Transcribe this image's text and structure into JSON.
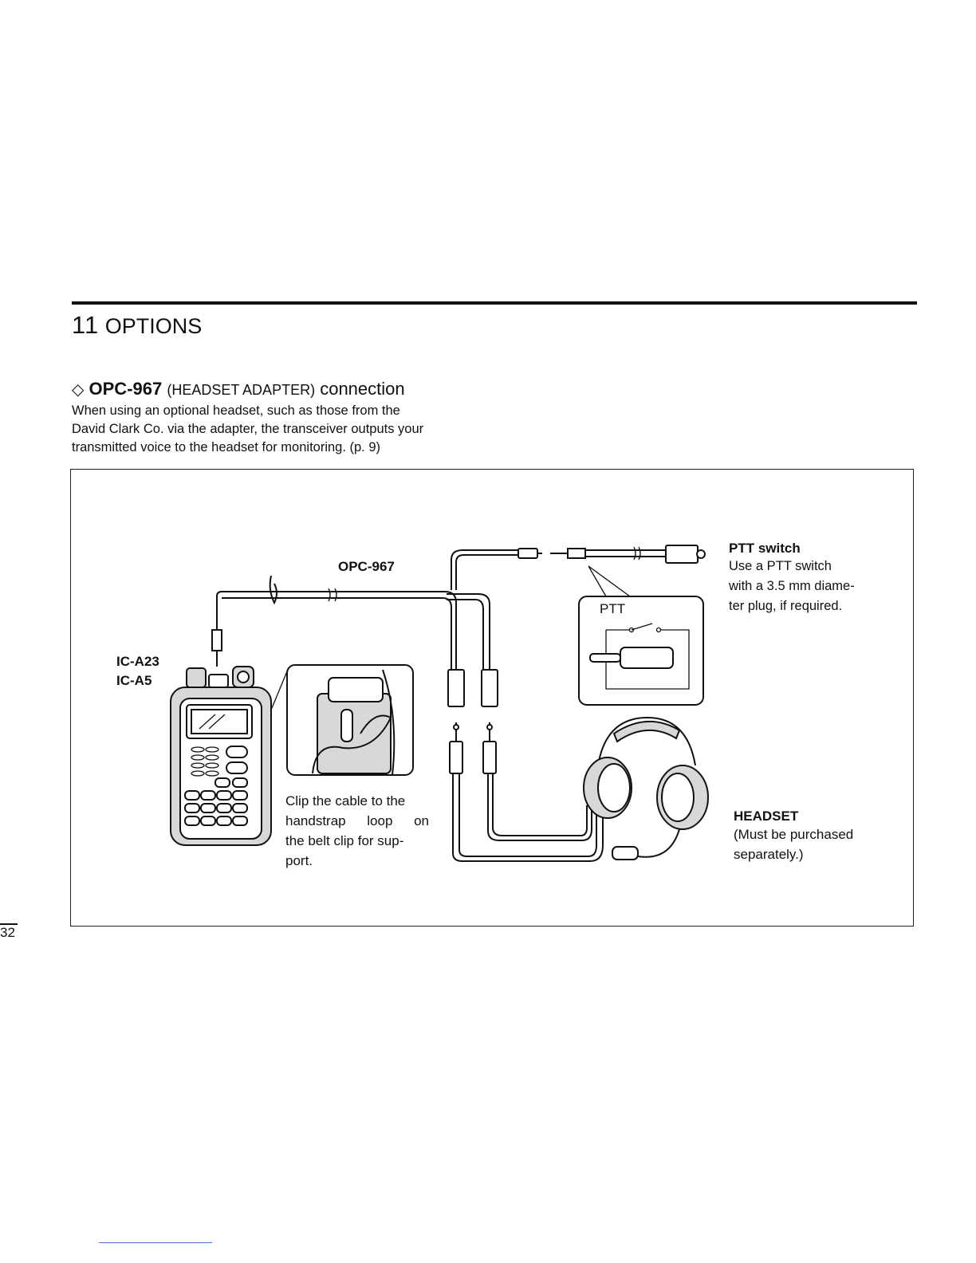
{
  "header": {
    "chapter_number": "11",
    "chapter_title": "OPTIONS"
  },
  "section": {
    "marker": "◇",
    "model": "OPC-967",
    "subtitle": "(HEADSET ADAPTER)",
    "suffix": "connection",
    "intro_lines": [
      "When using an optional headset, such as those from the",
      "David Clark Co. via the adapter, the transceiver outputs your",
      "transmitted voice to the headset for monitoring. (p. 9)"
    ]
  },
  "figure": {
    "cable_label": "OPC-967",
    "radio_labels": [
      "IC-A23",
      "IC-A5"
    ],
    "clip_text": [
      "Clip the cable to the",
      "handstrap loop on",
      "the belt clip for sup-",
      "port."
    ],
    "ptt_inset_label": "PTT",
    "ptt_title": "PTT switch",
    "ptt_text": [
      "Use a PTT switch",
      "with a 3.5 mm diame-",
      "ter plug, if required."
    ],
    "headset_title": "HEADSET",
    "headset_text": [
      "(Must be purchased",
      "separately.)"
    ]
  },
  "page_number": "32"
}
